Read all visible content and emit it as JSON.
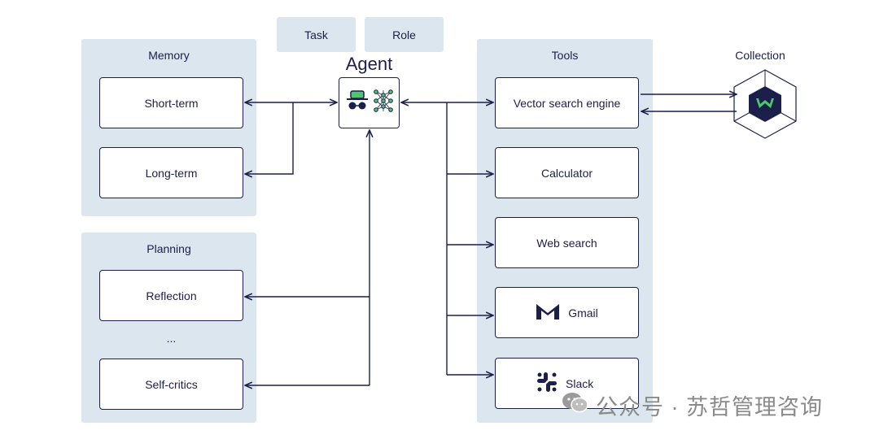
{
  "top_tags": {
    "task": "Task",
    "role": "Role"
  },
  "agent": {
    "title": "Agent",
    "icons": [
      "spy-icon",
      "neural-network-icon"
    ]
  },
  "memory": {
    "title": "Memory",
    "items": [
      "Short-term",
      "Long-term"
    ]
  },
  "planning": {
    "title": "Planning",
    "items": [
      "Reflection",
      "...",
      "Self-critics"
    ]
  },
  "tools": {
    "title": "Tools",
    "items": [
      {
        "label": "Vector search engine",
        "icon": ""
      },
      {
        "label": "Calculator",
        "icon": ""
      },
      {
        "label": "Web search",
        "icon": ""
      },
      {
        "label": "Gmail",
        "icon": "gmail-icon"
      },
      {
        "label": "Slack",
        "icon": "slack-icon"
      }
    ]
  },
  "collection": {
    "title": "Collection",
    "icon": "weaviate-cube-icon"
  },
  "watermark": {
    "text": "公众号 · 苏哲管理咨询",
    "icon": "wechat-icon"
  },
  "colors": {
    "panel_bg": "#dbe6ee",
    "stroke": "#1c1f4a",
    "accent_green": "#4cc96b",
    "cube_dark": "#1c1f4a"
  }
}
